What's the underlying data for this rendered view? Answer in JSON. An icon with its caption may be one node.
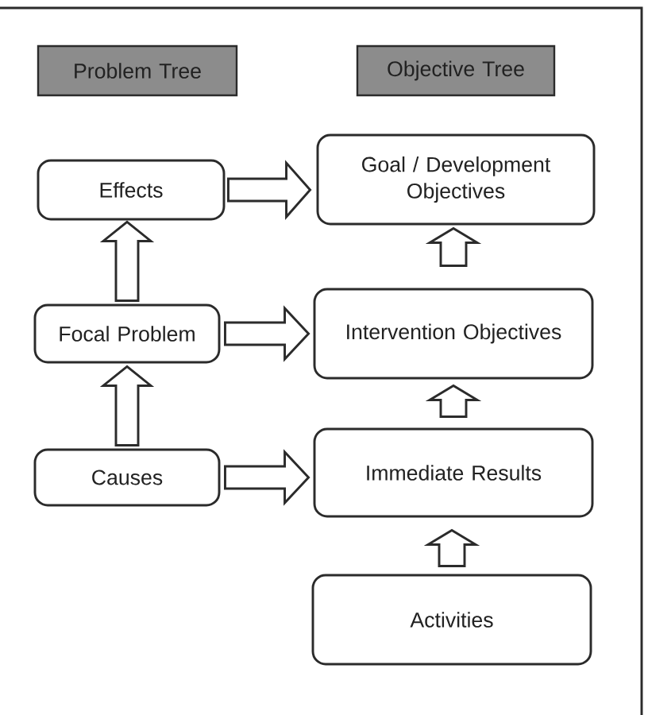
{
  "diagram": {
    "nodes": [
      {
        "text": [
          "Problem Tree"
        ]
      },
      {
        "text": [
          "Objective Tree"
        ]
      },
      {
        "text": [
          "Effects"
        ]
      },
      {
        "text": [
          "Goal / Development Objectives"
        ]
      },
      {
        "text": [
          "Focal Problem"
        ]
      },
      {
        "text": [
          "Intervention Objectives"
        ]
      },
      {
        "text": [
          "Causes"
        ]
      },
      {
        "text": [
          "Immediate Results"
        ]
      },
      {
        "text": [
          "Activities"
        ]
      }
    ],
    "edges": [
      {
        "from": 2,
        "to": 3,
        "arrow": "to"
      },
      {
        "from": 4,
        "to": 2,
        "arrow": "to"
      },
      {
        "from": 4,
        "to": 5,
        "arrow": "to"
      },
      {
        "from": 5,
        "to": 3,
        "arrow": "to"
      },
      {
        "from": 6,
        "to": 4,
        "arrow": "to"
      },
      {
        "from": 6,
        "to": 7,
        "arrow": "to"
      },
      {
        "from": 7,
        "to": 5,
        "arrow": "to"
      },
      {
        "from": 8,
        "to": 7,
        "arrow": "to"
      }
    ]
  }
}
